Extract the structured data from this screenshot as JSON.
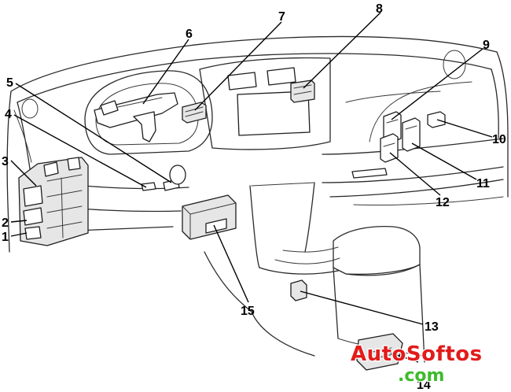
{
  "callouts": {
    "n1": "1",
    "n2": "2",
    "n3": "3",
    "n4": "4",
    "n5": "5",
    "n6": "6",
    "n7": "7",
    "n8": "8",
    "n9": "9",
    "n10": "10",
    "n11": "11",
    "n12": "12",
    "n13": "13",
    "n14": "14",
    "n15": "15"
  },
  "watermark": {
    "main": "AutoSoftos",
    "sub": ".com"
  },
  "colors": {
    "line": "#2a2a2a",
    "watermark_main": "#e21b1b",
    "watermark_sub": "#3dbb2b"
  }
}
